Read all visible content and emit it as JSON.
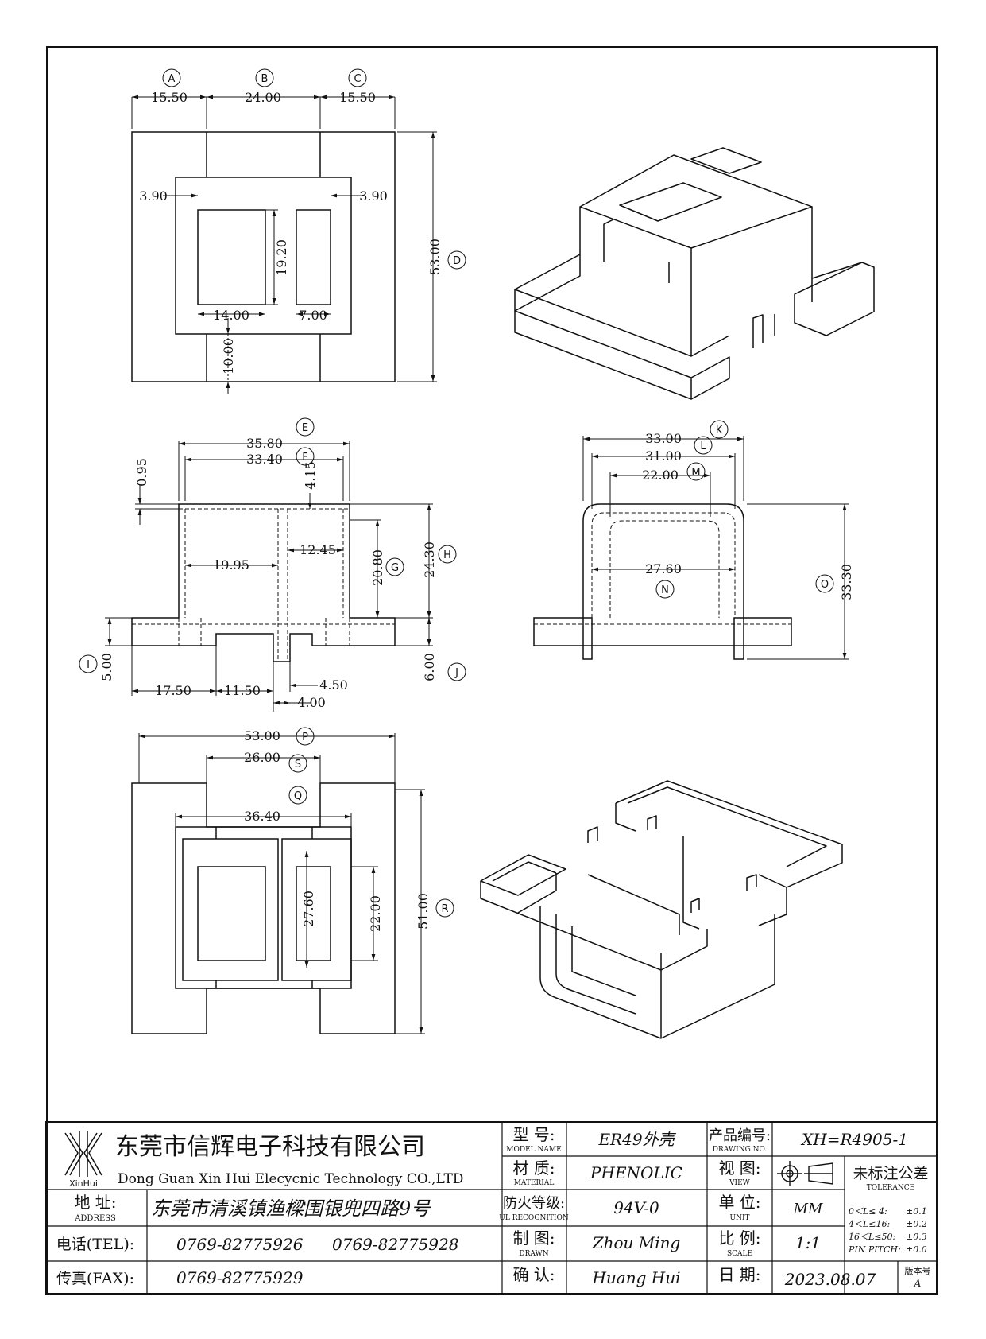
{
  "views": {
    "top": {
      "dims": [
        "15.50",
        "24.00",
        "15.50",
        "53.00",
        "3.90",
        "3.90",
        "19.20",
        "14.00",
        "7.00",
        "10.00"
      ],
      "bubbles": [
        "A",
        "B",
        "C",
        "D"
      ]
    },
    "front": {
      "dims": [
        "35.80",
        "33.40",
        "0.95",
        "4.15",
        "12.45",
        "19.95",
        "20.80",
        "24.30",
        "5.00",
        "6.00",
        "17.50",
        "11.50",
        "4.50",
        "4.00"
      ],
      "bubbles": [
        "E",
        "F",
        "G",
        "H",
        "I",
        "J"
      ]
    },
    "side": {
      "dims": [
        "33.00",
        "31.00",
        "22.00",
        "27.60",
        "33.30"
      ],
      "bubbles": [
        "K",
        "L",
        "M",
        "N",
        "O"
      ]
    },
    "bottom": {
      "dims": [
        "53.00",
        "26.00",
        "36.40",
        "27.60",
        "22.00",
        "51.00"
      ],
      "bubbles": [
        "P",
        "S",
        "Q",
        "R"
      ]
    }
  },
  "title_block": {
    "logo_caption": "XinHui",
    "company_cn": "东莞市信辉电子科技有限公司",
    "company_en": "Dong Guan Xin Hui Elecycnic Technology CO.,LTD",
    "address_label": "地 址:",
    "address_label_en": "ADDRESS",
    "address_value": "东莞市清溪镇渔樑围银兜四路9号",
    "tel_label": "电话(TEL):",
    "tel_values": [
      "0769-82775926",
      "0769-82775928"
    ],
    "fax_label": "传真(FAX):",
    "fax_value": "0769-82775929",
    "model_label": "型 号:",
    "model_label_en": "MODEL NAME",
    "model_value": "ER49外壳",
    "material_label": "材 质:",
    "material_label_en": "MATERIAL",
    "material_value": "PHENOLIC",
    "fire_label": "防火等级:",
    "fire_label_en": "UL RECOGNITION",
    "fire_value": "94V-0",
    "drawn_label": "制 图:",
    "drawn_label_en": "DRAWN",
    "drawn_value": "Zhou Ming",
    "confirm_label": "确 认:",
    "confirm_value": "Huang Hui",
    "drawing_no_label": "产品编号:",
    "drawing_no_label_en": "DRAWING NO.",
    "drawing_no_value": "XH=R4905-1",
    "view_label": "视 图:",
    "view_label_en": "VIEW",
    "unit_label": "单 位:",
    "unit_label_en": "UNIT",
    "unit_value": "MM",
    "scale_label": "比 例:",
    "scale_label_en": "SCALE",
    "scale_value": "1:1",
    "date_label": "日 期:",
    "date_value": "2023.08.07",
    "tolerance_title": "未标注公差",
    "tolerance_en": "TOLERANCE",
    "tolerance_rows": [
      {
        "range": "0＜L≤ 4:",
        "value": "±0.1"
      },
      {
        "range": "4＜L≤16:",
        "value": "±0.2"
      },
      {
        "range": "16＜L≤50:",
        "value": "±0.3"
      },
      {
        "range": "PIN PITCH:",
        "value": "±0.0"
      }
    ],
    "version_label": "版本号",
    "version_value": "A"
  }
}
